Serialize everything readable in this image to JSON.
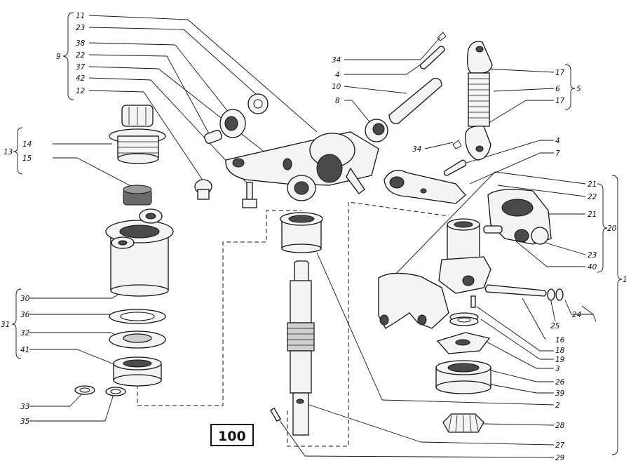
{
  "figure": {
    "number": "100"
  },
  "callouts": {
    "c11": "11",
    "c23a": "23",
    "c38": "38",
    "c22a": "22",
    "c37": "37",
    "c42": "42",
    "c12": "12",
    "c9": "9",
    "c14": "14",
    "c15": "15",
    "c13": "13",
    "c30": "30",
    "c36": "36",
    "c32": "32",
    "c41": "41",
    "c31": "31",
    "c33": "33",
    "c35": "35",
    "c34a": "34",
    "c4a": "4",
    "c10": "10",
    "c8": "8",
    "c34b": "34",
    "c17a": "17",
    "c6": "6",
    "c17b": "17",
    "c5": "5",
    "c4b": "4",
    "c7": "7",
    "c21a": "21",
    "c22b": "22",
    "c21b": "21",
    "c20": "20",
    "c23b": "23",
    "c40": "40",
    "c1": "1",
    "c24": "24",
    "c25": "25",
    "c16": "16",
    "c18": "18",
    "c19": "19",
    "c3": "3",
    "c26": "26",
    "c39": "39",
    "c2": "2",
    "c28": "28",
    "c27": "27",
    "c29": "29"
  }
}
